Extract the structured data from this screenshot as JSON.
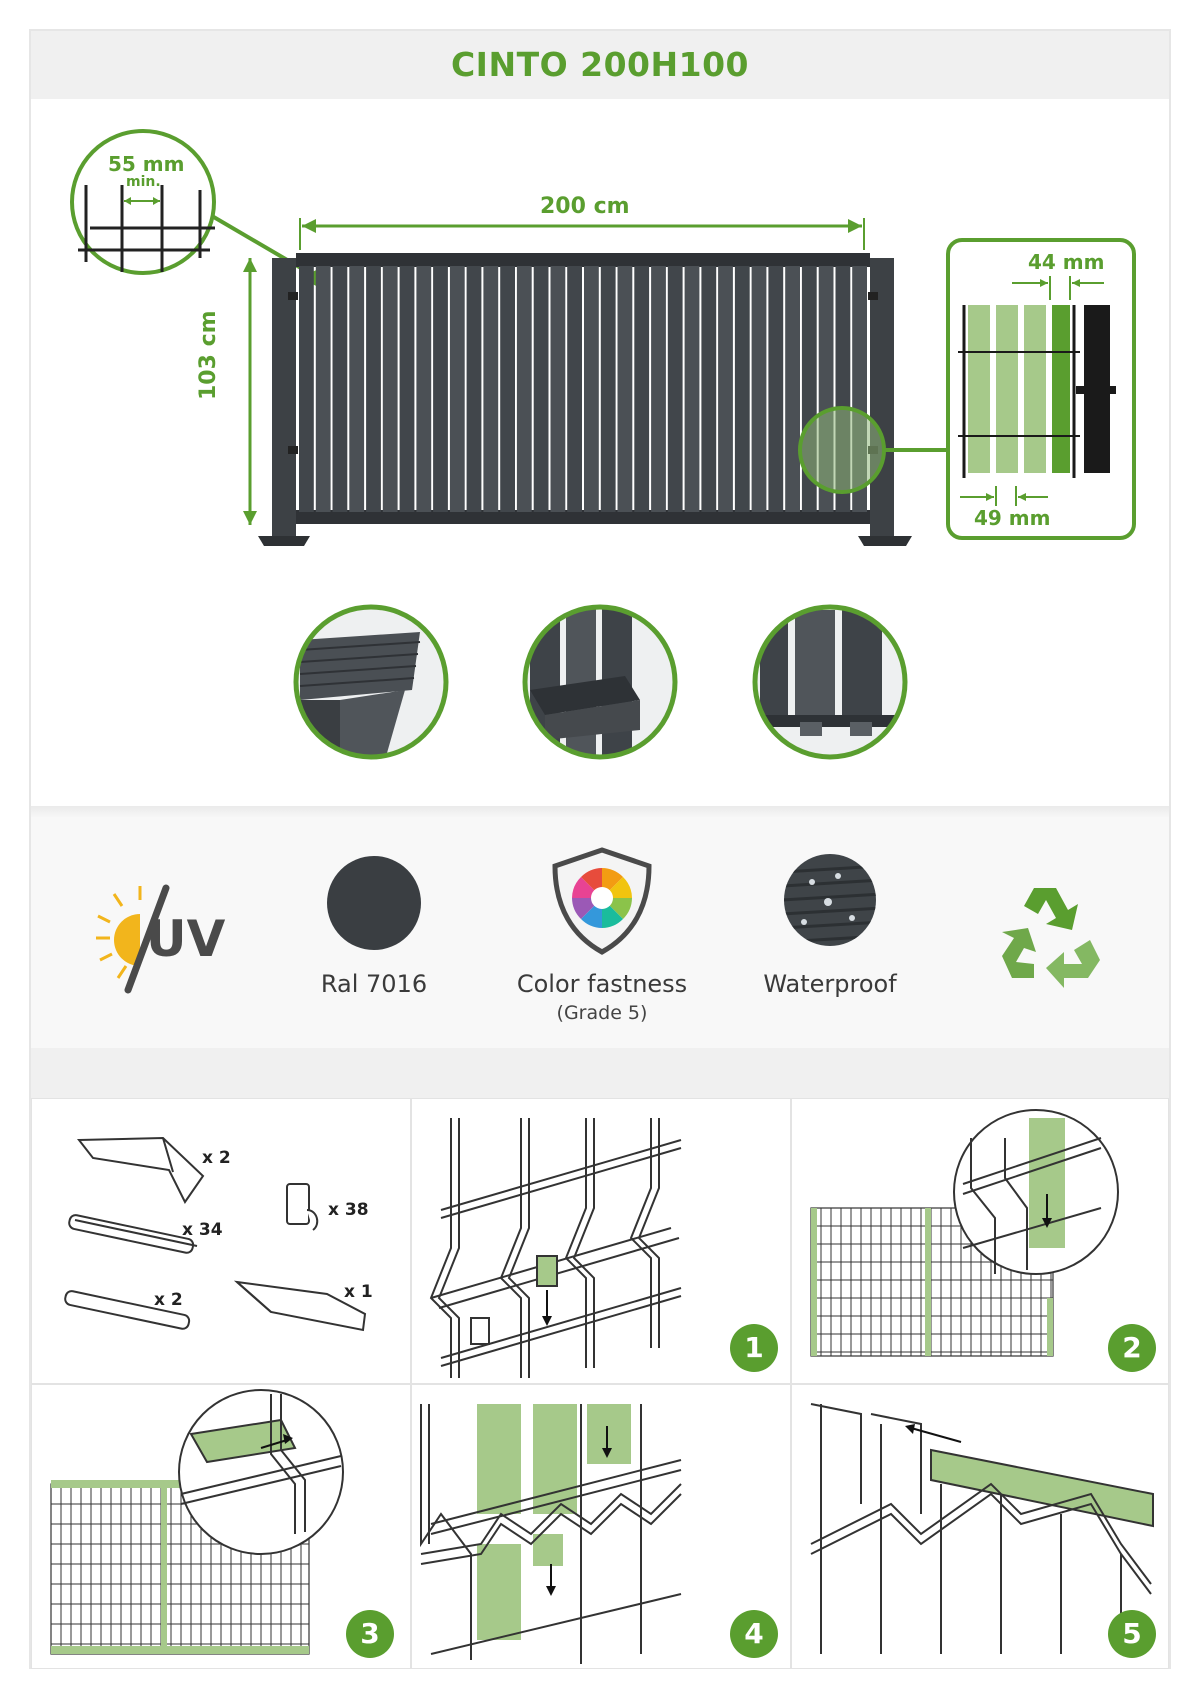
{
  "header": {
    "title": "CINTO 200H100"
  },
  "dimensions": {
    "mesh": "55 mm",
    "mesh_min": "min.",
    "width": "200 cm",
    "height": "103 cm",
    "slat_gap": "44 mm",
    "slat_width": "49 mm"
  },
  "features": [
    {
      "icon": "uv-icon",
      "label": "UV",
      "caption": ""
    },
    {
      "icon": "color-swatch-icon",
      "label": "Ral 7016",
      "color": "#3a3e42"
    },
    {
      "icon": "color-shield-icon",
      "label": "Color fastness",
      "caption": "(Grade 5)"
    },
    {
      "icon": "waterproof-icon",
      "label": "Waterproof"
    },
    {
      "icon": "recycle-icon",
      "label": ""
    }
  ],
  "kit": [
    {
      "part": "cap-profile",
      "qty": "x 2"
    },
    {
      "part": "slat",
      "qty": "x 34"
    },
    {
      "part": "clip",
      "qty": "x 38"
    },
    {
      "part": "end-slat",
      "qty": "x 2"
    },
    {
      "part": "bottom-profile",
      "qty": "x 1"
    }
  ],
  "steps": [
    "1",
    "2",
    "3",
    "4",
    "5"
  ],
  "colors": {
    "accent": "#5a9e2f",
    "slat_green": "#a6c98a",
    "anthracite": "#3a3e42"
  }
}
